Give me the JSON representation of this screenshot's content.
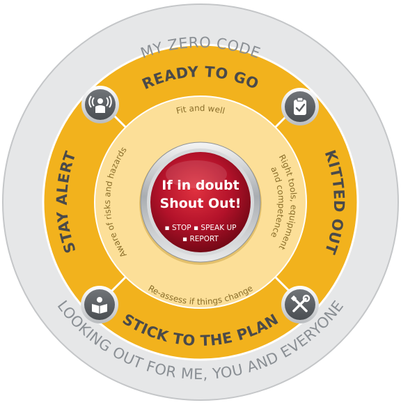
{
  "outer_ring": {
    "top_text": "MY ZERO CODE",
    "bottom_text": "LOOKING OUT FOR ME, YOU AND EVERYONE"
  },
  "segments": {
    "top": {
      "title": "READY TO GO",
      "detail": "Fit and well",
      "icon": "broadcast-person-icon"
    },
    "right": {
      "title": "KITTED OUT",
      "detail_line1": "Right tools, equipment",
      "detail_line2": "and competence",
      "icon": "clipboard-check-icon"
    },
    "bottom": {
      "title": "STICK TO THE PLAN",
      "detail": "Re-assess if things change",
      "icon": "tools-icon"
    },
    "left": {
      "title": "STAY ALERT",
      "detail": "Aware of risks and hazards",
      "icon": "reading-person-icon"
    }
  },
  "center": {
    "line1": "If in doubt",
    "line2": "Shout Out!",
    "sub1": "▪ STOP ▪ SPEAK UP",
    "sub2": "▪ REPORT"
  },
  "colors": {
    "outer_ring": "#e7e8e9",
    "yellow_band": "#f2b21d",
    "inner_band": "#fcdf98",
    "center_red": "#c8102e",
    "icon_bg": "#5b5f63"
  }
}
